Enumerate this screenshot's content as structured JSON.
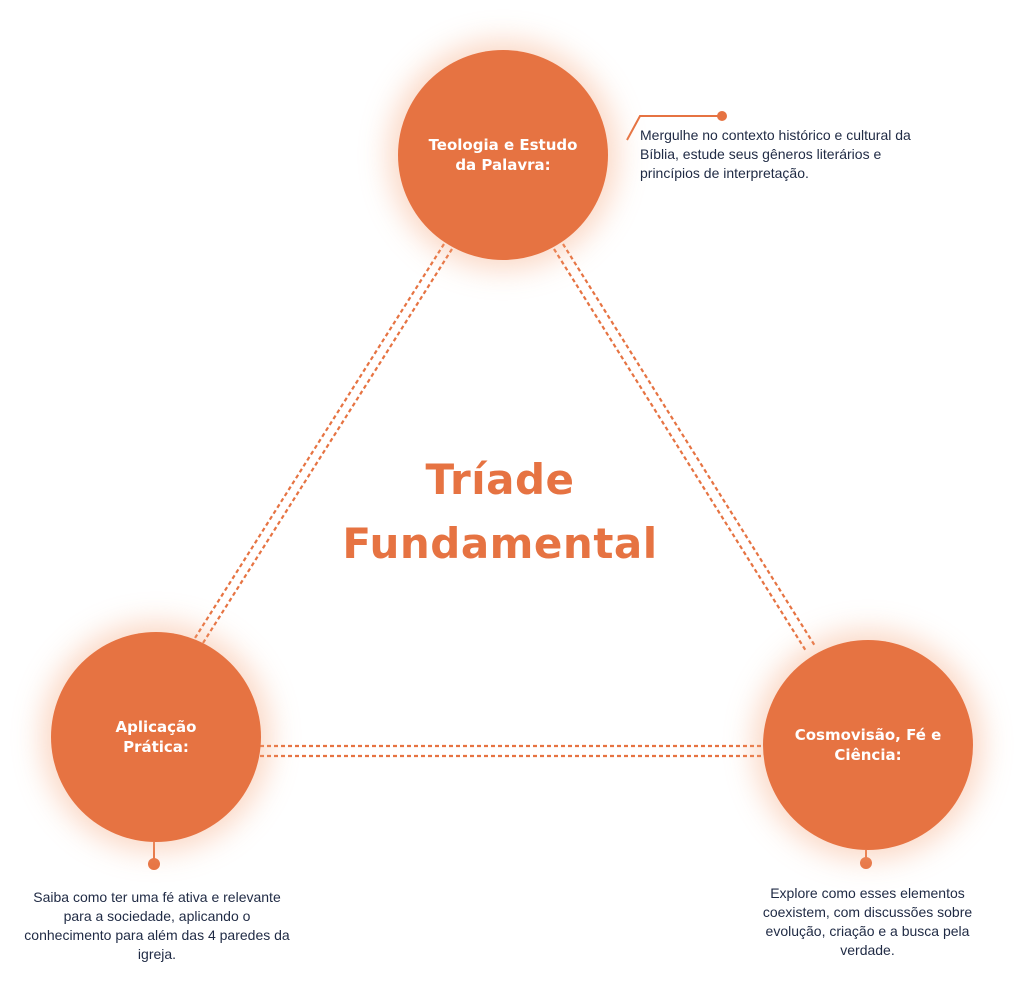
{
  "colors": {
    "accent": "#e67342",
    "text": "#1f2a44",
    "background": "#ffffff"
  },
  "center": {
    "line1": "Tríade",
    "line2": "Fundamental"
  },
  "nodes": {
    "top": {
      "title": "Teologia e Estudo\nda Palavra:",
      "description": "Mergulhe no contexto histórico e cultural da Bíblia, estude seus gêneros literários e princípios de interpretação."
    },
    "left": {
      "title": "Aplicação\nPrática:",
      "description": "Saiba como ter uma fé ativa e relevante para a sociedade, aplicando o conhecimento para além das 4 paredes da igreja."
    },
    "right": {
      "title": "Cosmovisão, Fé e\nCiência:",
      "description": "Explore como esses elementos coexistem, com discussões sobre evolução, criação e a busca pela verdade."
    }
  }
}
